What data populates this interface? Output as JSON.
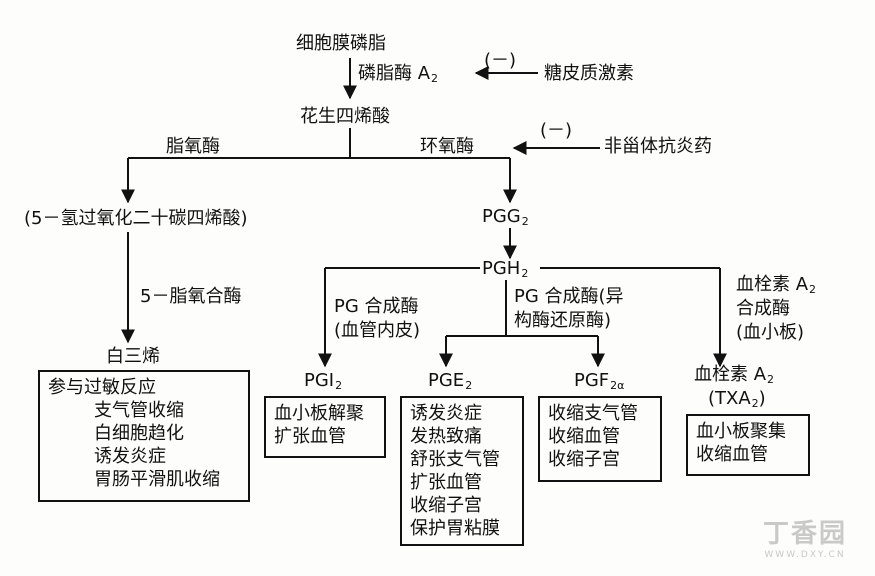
{
  "nodes": {
    "membrane_pl": "细胞膜磷脂",
    "pla2_base": "磷脂酶 A",
    "pla2_sub": "2",
    "inhibit_mark_1": "(－)",
    "glucocorticoid": "糖皮质激素",
    "arachidonic": "花生四烯酸",
    "lipoxygenase": "脂氧酶",
    "cyclooxygenase": "环氧酶",
    "inhibit_mark_2": "(－)",
    "nsaid": "非甾体抗炎药",
    "hpete": "(5－氢过氧化二十碳四烯酸)",
    "five_lipoxygenase": "5－脂氧合酶",
    "leukotriene": "白三烯",
    "pgg_base": "PGG",
    "pgg_sub": "2",
    "pgh_base": "PGH",
    "pgh_sub": "2",
    "pgsyn_vessel_1": "PG 合成酶",
    "pgsyn_vessel_2": "(血管内皮)",
    "pgsyn_iso_1": "PG 合成酶(异",
    "pgsyn_iso_2": "构酶还原酶)",
    "txa2_synth_1_base": "血栓素 A",
    "txa2_synth_1_sub": "2",
    "txa2_synth_2": "合成酶",
    "txa2_synth_3": "(血小板)",
    "pgi_base": "PGI",
    "pgi_sub": "2",
    "pge_base": "PGE",
    "pge_sub": "2",
    "pgf_base": "PGF",
    "pgf_sub": "2α",
    "txa2_base": "血栓素 A",
    "txa2_sub": "2",
    "txa2_abbr_base": "(TXA",
    "txa2_abbr_sub": "2",
    "txa2_abbr_end": ")"
  },
  "boxes": {
    "leukotriene_effects": [
      "参与过敏反应",
      "支气管收缩",
      "白细胞趋化",
      "诱发炎症",
      "胃肠平滑肌收缩"
    ],
    "pgi2_effects": [
      "血小板解聚",
      "扩张血管"
    ],
    "pge2_effects": [
      "诱发炎症",
      "发热致痛",
      "舒张支气管",
      "扩张血管",
      "收缩子宫",
      "保护胃粘膜"
    ],
    "pgf2a_effects": [
      "收缩支气管",
      "收缩血管",
      "收缩子宫"
    ],
    "txa2_effects": [
      "血小板聚集",
      "收缩血管"
    ]
  },
  "watermark": {
    "logo": "丁香园",
    "url": "WWW.DXY.CN"
  }
}
